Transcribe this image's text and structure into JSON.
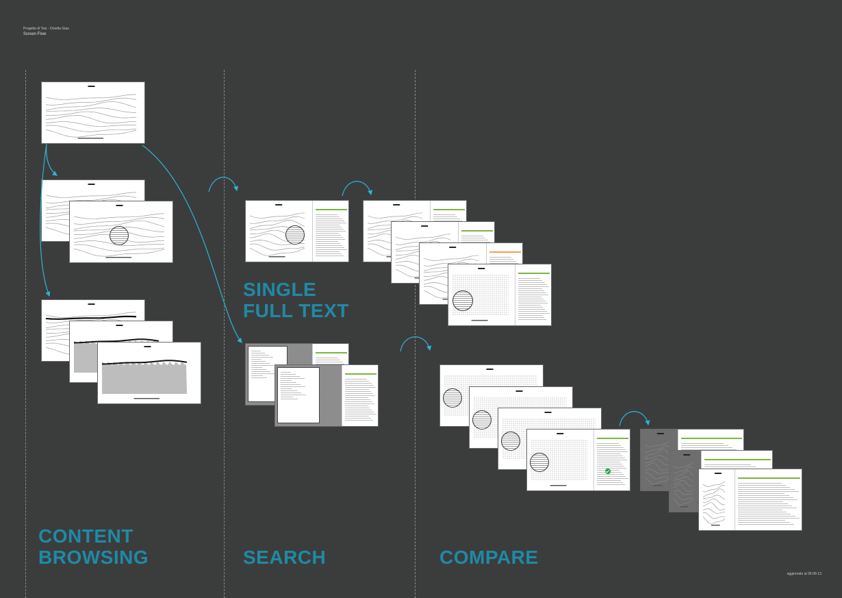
{
  "header": {
    "project": "Progetto di Tesi - Ornella Giau",
    "subtitle": "Screen Flow"
  },
  "sections": {
    "content_browsing": [
      "CONTENT",
      "BROWSING"
    ],
    "single_full_text": [
      "SINGLE",
      "FULL TEXT"
    ],
    "search": "SEARCH",
    "compare": "COMPARE"
  },
  "footer": "aggiornato al 26-06-13",
  "colors": {
    "background": "#3b3d3d",
    "accent": "#1f8aa6",
    "arrow": "#2fb4d8",
    "screen": "#ffffff",
    "bar_green": "#7cb342",
    "bar_orange": "#f0a04b",
    "check": "#19a83d"
  }
}
